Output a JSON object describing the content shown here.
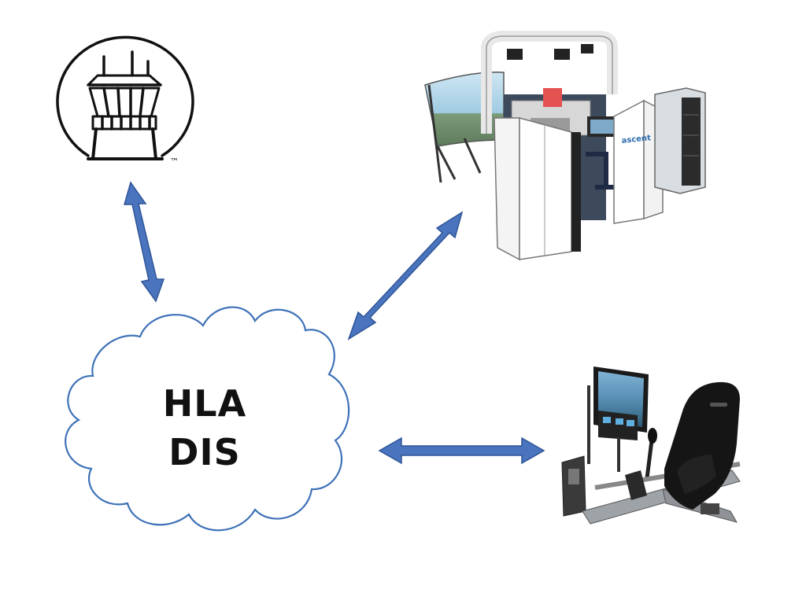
{
  "cloud": {
    "line1": "HLA",
    "line2": "DIS",
    "stroke_color": "#3f72b8"
  },
  "arrow_color": "#4a74bd",
  "arrow_stroke": "#2f5597",
  "tower_logo": {
    "icon": "control-tower-icon",
    "trademark": "™"
  },
  "simulator": {
    "icon": "dome-flight-simulator-icon",
    "brand": "ascent"
  },
  "cockpit": {
    "icon": "desktop-cockpit-simulator-icon"
  }
}
